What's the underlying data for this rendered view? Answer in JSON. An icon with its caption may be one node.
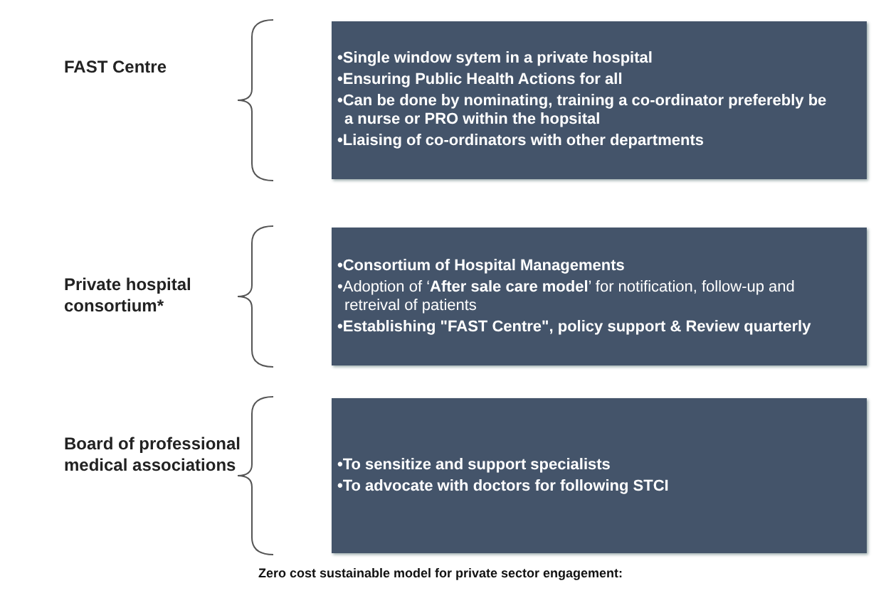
{
  "diagram": {
    "caption": "Zero cost sustainable model for private sector engagement:",
    "nodes": [
      {
        "text": [
          "•Single window sytem in a private hospital",
          "•Ensuring Public Health Actions for all",
          "•Can be done by nominating, training a co-ordinator preferebly be a nurse or PRO within the hopsital",
          "•Liaising of co-ordinators with other departments"
        ]
      },
      {
        "text": [
          "•Consortium of Hospital Managements",
          "•Adoption of ‘**After sale care model**’ for notification, follow-up and retreival of patients",
          "•Establishing \"FAST Centre\", policy support & Review quarterly"
        ]
      },
      {
        "text": [
          "•To sensitize and support specialists",
          "•To advocate with doctors for following STCI"
        ]
      }
    ],
    "labels": [
      "FAST Centre",
      "Private hospital consortium*",
      "Board of professional medical associations"
    ]
  }
}
